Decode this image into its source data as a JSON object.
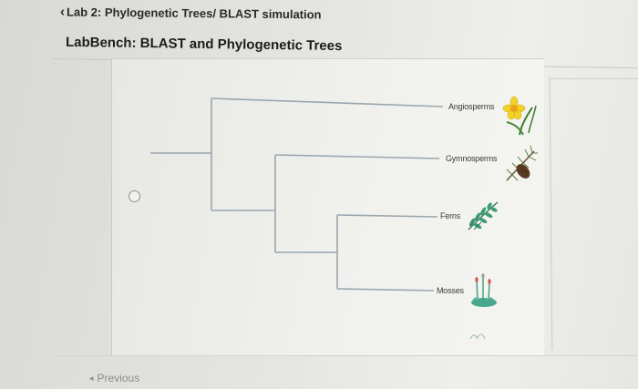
{
  "header": {
    "back_label": "Lab 2: Phylogenetic Trees/ BLAST simulation",
    "title": "LabBench: BLAST and Phylogenetic Trees"
  },
  "tree": {
    "taxa": [
      {
        "name": "Angiosperms",
        "icon": "daffodil-flower-icon"
      },
      {
        "name": "Gymnosperms",
        "icon": "pine-cone-icon"
      },
      {
        "name": "Ferns",
        "icon": "fern-frond-icon"
      },
      {
        "name": "Mosses",
        "icon": "moss-icon"
      }
    ]
  },
  "answer_option": {
    "selected": false
  },
  "footer": {
    "previous_label": "Previous"
  },
  "colors": {
    "branch": "#9aa6ad",
    "text": "#1c1c1c",
    "muted": "#8b8b8b"
  }
}
